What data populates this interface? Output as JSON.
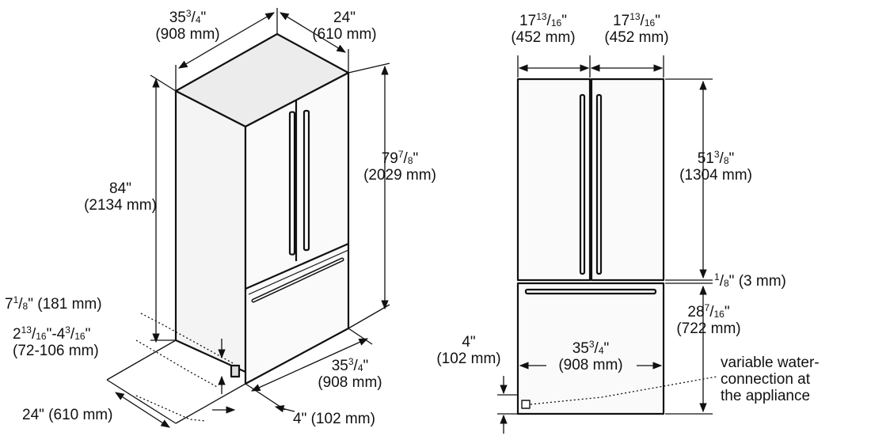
{
  "dimensions": {
    "side_top_width": {
      "whole": "35",
      "num": "3",
      "den": "4",
      "metric": "(908 mm)"
    },
    "side_top_depth": {
      "whole": "24",
      "metric": "(610 mm)"
    },
    "side_total_height": {
      "whole": "84",
      "metric": "(2134 mm)"
    },
    "side_case_height": {
      "whole": "79",
      "num": "7",
      "den": "8",
      "metric": "(2029 mm)"
    },
    "side_toe_kick_height": {
      "whole": "7",
      "num": "1",
      "den": "8",
      "metric": "(181 mm)"
    },
    "side_adjustable_feet": {
      "w1": "2",
      "n1": "13",
      "d1": "16",
      "w2": "4",
      "n2": "3",
      "d2": "16",
      "metric": "(72-106 mm)"
    },
    "side_bottom_width": {
      "whole": "35",
      "num": "3",
      "den": "4",
      "metric": "(908 mm)"
    },
    "side_bottom_depth": {
      "whole": "24",
      "metric": "(610 mm)"
    },
    "side_floor_offset": {
      "whole": "4",
      "metric": "(102 mm)"
    },
    "front_left_door": {
      "whole": "17",
      "num": "13",
      "den": "16",
      "metric": "(452 mm)"
    },
    "front_right_door": {
      "whole": "17",
      "num": "13",
      "den": "16",
      "metric": "(452 mm)"
    },
    "front_upper_height": {
      "whole": "51",
      "num": "3",
      "den": "8",
      "metric": "(1304 mm)"
    },
    "front_gap": {
      "num": "1",
      "den": "8",
      "metric": "(3 mm)"
    },
    "front_lower_height": {
      "whole": "28",
      "num": "7",
      "den": "16",
      "metric": "(722 mm)"
    },
    "front_width": {
      "whole": "35",
      "num": "3",
      "den": "4",
      "metric": "(908 mm)"
    },
    "front_water_height": {
      "whole": "4",
      "metric": "(102 mm)"
    }
  },
  "notes": {
    "water_connection": [
      "variable water-",
      "connection at",
      "the appliance"
    ]
  }
}
